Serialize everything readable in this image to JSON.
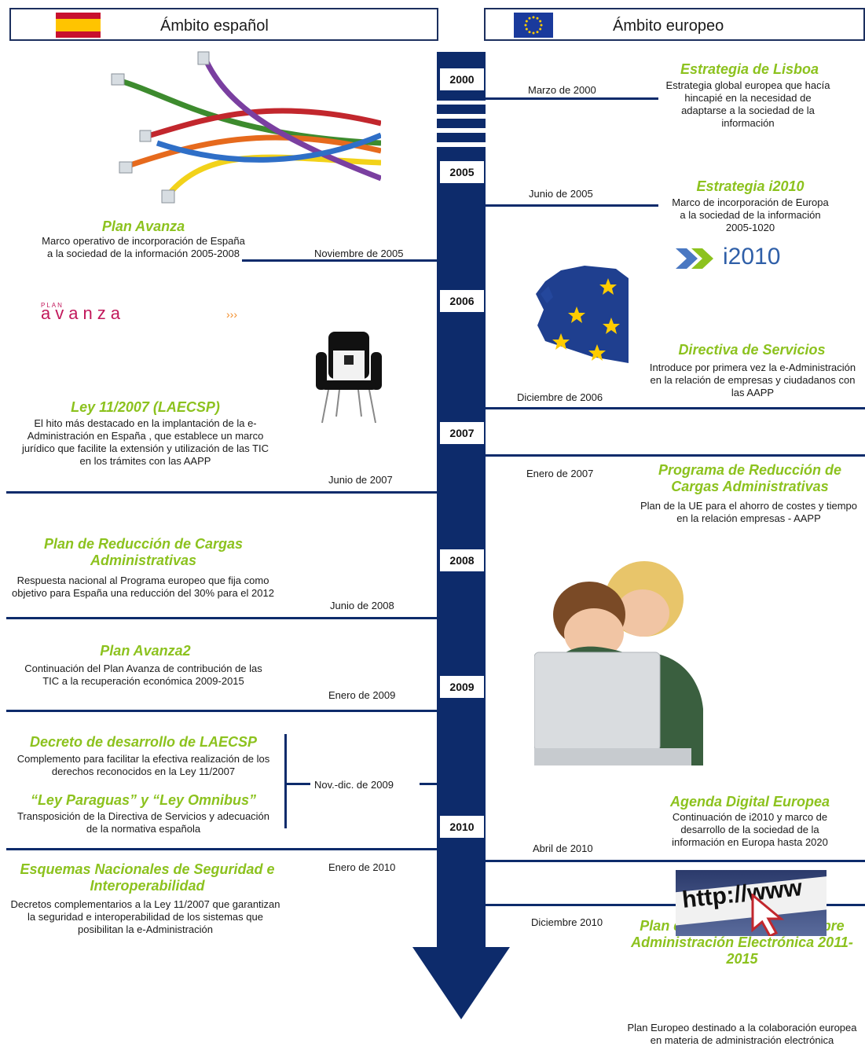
{
  "header": {
    "spanish_title": "Ámbito español",
    "european_title": "Ámbito europeo",
    "spain_flag": {
      "red": "#c8102e",
      "yellow": "#ffc400"
    },
    "eu_flag": {
      "blue": "#1a3a9c",
      "stars": "#ffcc00"
    }
  },
  "colors": {
    "timeline": "#0d2b6b",
    "title_green": "#8cc21e"
  },
  "years": [
    "2000",
    "2005",
    "2006",
    "2007",
    "2008",
    "2009",
    "2010"
  ],
  "left_events": [
    {
      "title": "Plan Avanza",
      "description": "Marco operativo de incorporación de España a la sociedad de la información 2005-2008",
      "date": "Noviembre de 2005"
    },
    {
      "title": "Ley 11/2007 (LAECSP)",
      "description": "El hito más destacado en la implantación de la e-Administración en España , que establece un marco jurídico que facilite la extensión y  utilización de las TIC en los trámites con las AAPP",
      "date": "Junio de 2007"
    },
    {
      "title": "Plan de Reducción de Cargas Administrativas",
      "description": "Respuesta nacional al Programa europeo que fija como objetivo para España una reducción del 30% para el 2012",
      "date": "Junio de 2008"
    },
    {
      "title": "Plan Avanza2",
      "description": "Continuación del Plan Avanza de contribución de las TIC a la recuperación económica  2009-2015",
      "date": "Enero de 2009"
    },
    {
      "title": "Decreto de desarrollo de LAECSP",
      "description": "Complemento para facilitar la efectiva realización de los derechos reconocidos en la Ley 11/2007"
    },
    {
      "title": "“Ley Paraguas” y “Ley Omnibus”",
      "description": "Transposición de la Directiva de Servicios y adecuación de la normativa española",
      "date": "Nov.-dic. de 2009"
    },
    {
      "title": "Esquemas Nacionales de Seguridad e Interoperabilidad",
      "description": "Decretos complementarios a la Ley 11/2007 que garantizan la seguridad e interoperabilidad de los sistemas que posibilitan la e-Administración",
      "date": "Enero de 2010"
    }
  ],
  "right_events": [
    {
      "title": "Estrategia de Lisboa",
      "description": "Estrategia global europea que hacía hincapié en la necesidad de adaptarse a la sociedad de la información",
      "date": "Marzo de 2000"
    },
    {
      "title": "Estrategia i2010",
      "description": "Marco de incorporación de Europa a la sociedad de la información 2005-1020",
      "date": "Junio de 2005"
    },
    {
      "title": "Directiva de Servicios",
      "description": "Introduce por primera vez la e-Administración en la relación de empresas y ciudadanos con las AAPP",
      "date": "Diciembre de 2006"
    },
    {
      "title": "Programa de Reducción de Cargas Administrativas",
      "description": "Plan de la UE para el ahorro de costes y tiempo en la relación empresas - AAPP",
      "date": "Enero de 2007"
    },
    {
      "title": "Agenda Digital Europea",
      "description": "Continuación de i2010 y marco de desarrollo de la sociedad de la información en Europa hasta 2020",
      "date": "Abril de 2010"
    },
    {
      "title": "Plan de Acción Europeo sobre Administración Electrónica 2011-2015",
      "description": "Plan Europeo destinado a la colaboración europea en materia de administración electrónica",
      "date": "Diciembre 2010"
    }
  ],
  "logos": {
    "avanza_small": "PLAN",
    "avanza_big": "avanza",
    "avanza_arrows": "›››",
    "i2010": "i2010",
    "http": "http://www"
  }
}
